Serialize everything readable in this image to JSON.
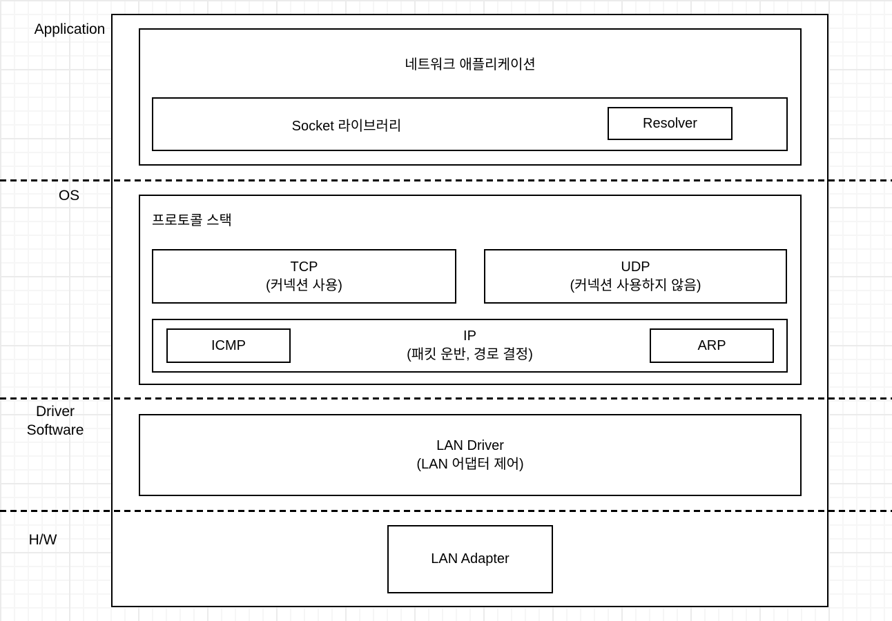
{
  "side_labels": {
    "application": "Application",
    "os": "OS",
    "driver_software_line1": "Driver",
    "driver_software_line2": "Software",
    "hw": "H/W"
  },
  "application_layer": {
    "network_app": "네트워크 애플리케이션",
    "socket_library": "Socket 라이브러리",
    "resolver": "Resolver"
  },
  "os_layer": {
    "protocol_stack": "프로토콜 스택",
    "tcp": {
      "title": "TCP",
      "subtitle": "(커넥션 사용)"
    },
    "udp": {
      "title": "UDP",
      "subtitle": "(커넥션 사용하지 않음)"
    },
    "ip": {
      "title": "IP",
      "subtitle": "(패킷 운반, 경로 결정)"
    },
    "icmp": "ICMP",
    "arp": "ARP"
  },
  "driver_layer": {
    "lan_driver": {
      "title": "LAN Driver",
      "subtitle": "(LAN 어댑터 제어)"
    }
  },
  "hw_layer": {
    "lan_adapter": "LAN Adapter"
  },
  "colors": {
    "line": "#000000",
    "background": "#ffffff",
    "grid_minor": "#f6f6f6",
    "grid_major": "#ebebeb"
  }
}
